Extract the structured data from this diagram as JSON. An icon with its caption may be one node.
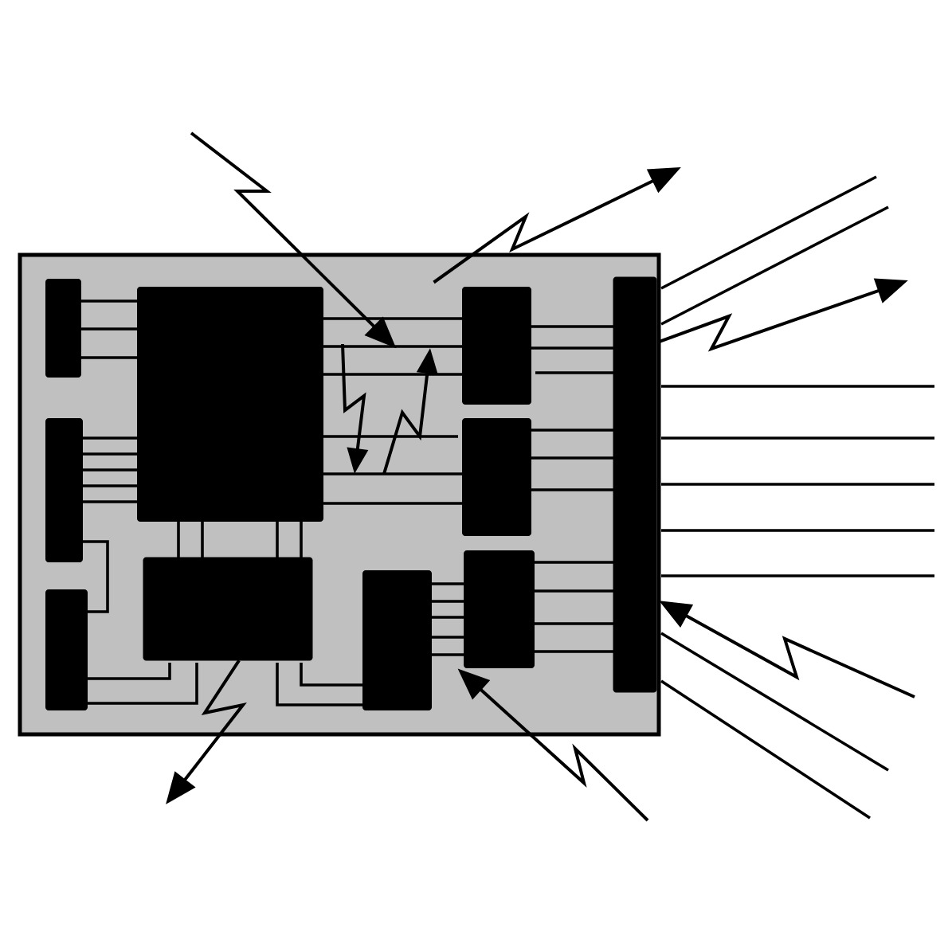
{
  "diagram": {
    "nodes": [
      {
        "text": [],
        "shape": "box"
      },
      {
        "text": [],
        "shape": "box",
        "in": 0
      },
      {
        "text": [],
        "shape": "bar",
        "in": 0
      }
    ],
    "edges": [
      {
        "from": null,
        "to": 0,
        "arrow": "to"
      },
      {
        "from": 0,
        "to": null,
        "arrow": "to"
      },
      {
        "from": 2,
        "to": null,
        "arrow": "to"
      },
      {
        "from": null,
        "to": 2,
        "arrow": "to"
      },
      {
        "from": null,
        "to": 0,
        "arrow": "to"
      },
      {
        "from": 1,
        "to": null,
        "arrow": "to"
      }
    ]
  }
}
